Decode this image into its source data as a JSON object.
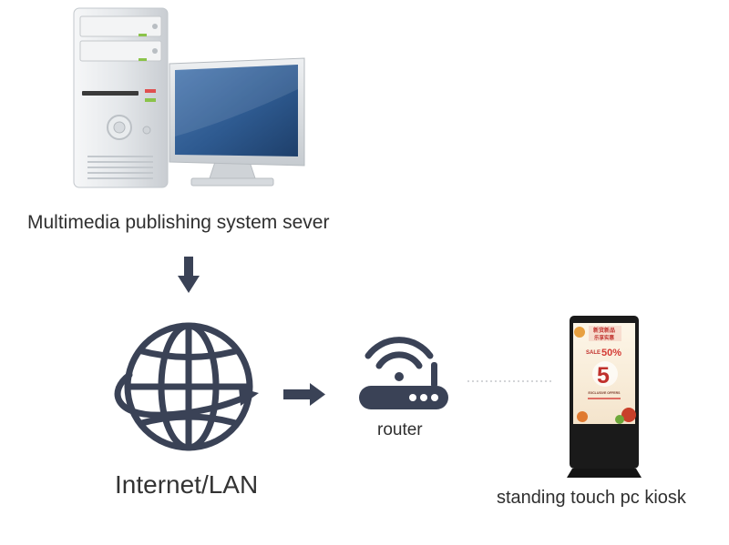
{
  "nodes": {
    "server": {
      "label": "Multimedia publishing system sever",
      "icon": "desktop-computer-icon"
    },
    "internet": {
      "label": "Internet/LAN",
      "icon": "globe-icon"
    },
    "router": {
      "label": "router",
      "icon": "wifi-router-icon"
    },
    "kiosk": {
      "label": "standing touch pc kiosk",
      "icon": "kiosk-icon",
      "screen": {
        "headline": "新货新品",
        "subline": "乐享实惠",
        "sale": "SALE",
        "percent": "50%",
        "big_number": "5",
        "promo_text": "EXCLUSIVE OFFERS"
      }
    }
  },
  "edges": [
    {
      "from": "server",
      "to": "internet",
      "style": "arrow"
    },
    {
      "from": "internet",
      "to": "router",
      "style": "arrow"
    },
    {
      "from": "router",
      "to": "kiosk",
      "style": "dotted"
    }
  ],
  "colors": {
    "icon_navy": "#3a4256",
    "label_text": "#2f2f2f",
    "monitor_screen": "#2e5a90",
    "case_light": "#e9ecef",
    "kiosk_body": "#1a1a1a",
    "kiosk_accent": "#d43a34"
  }
}
